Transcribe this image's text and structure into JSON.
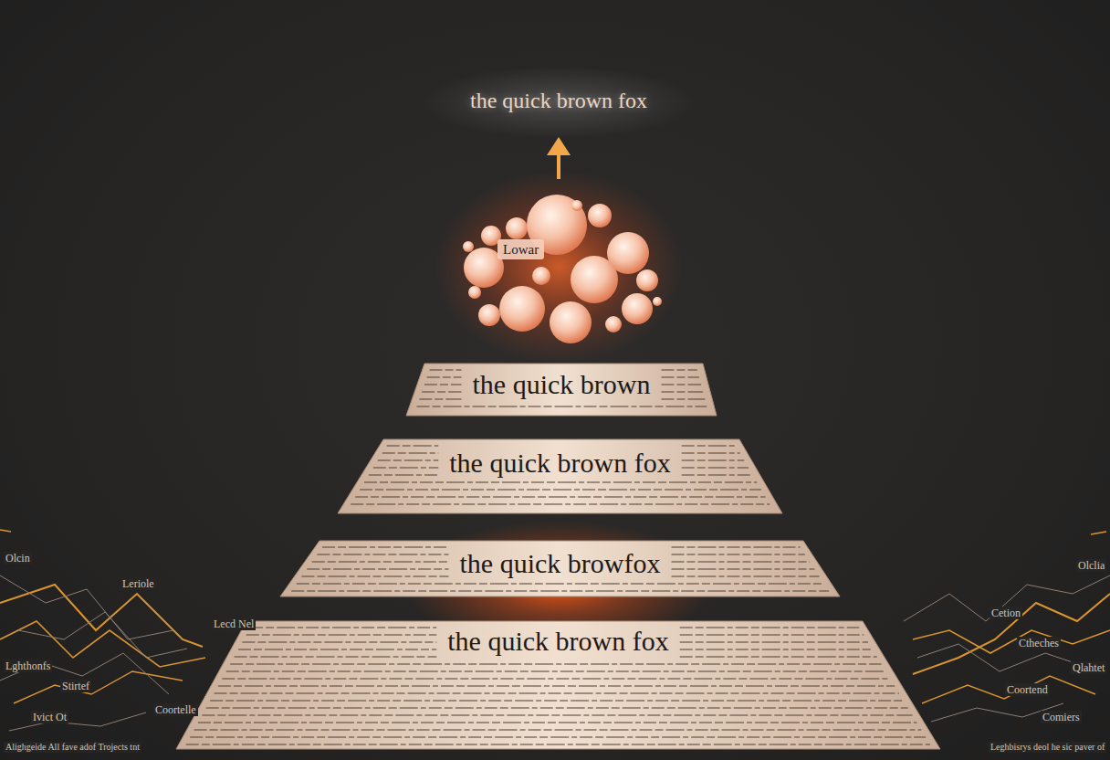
{
  "diagram": {
    "nodes": [
      {
        "text": [
          "Lowar"
        ]
      },
      {
        "text": [
          "the quick brown"
        ]
      },
      {
        "text": [
          "the quick brown fox"
        ]
      },
      {
        "text": [
          "the quick browfox"
        ]
      },
      {
        "text": [
          "the quick brown fox"
        ]
      }
    ],
    "labels": [
      "the quick brown fox",
      "Olcin",
      "Leriole",
      "Lecd Nel",
      "Lghthonfs",
      "Stirtef",
      "Coortelle",
      "Ivict Ot",
      "Alighgeide All fave adof Trojects tnt",
      "Olclia",
      "Cetion",
      "Qlahtet",
      "Ctheches",
      "Coortend",
      "Comiers",
      "Leghbisrys deol he sic paver of"
    ]
  }
}
